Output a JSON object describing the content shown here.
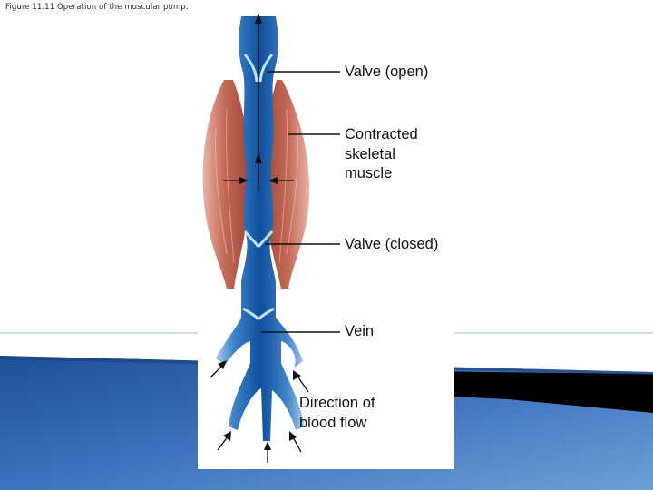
{
  "caption": "Figure 11.11 Operation of the muscular pump.",
  "labels": {
    "valve_open": "Valve (open)",
    "contracted_muscle": [
      "Contracted",
      "skeletal",
      "muscle"
    ],
    "valve_closed": "Valve (closed)",
    "vein": "Vein",
    "direction": [
      "Direction of",
      "blood flow"
    ]
  },
  "colors": {
    "slide_blue": "#3d6cb3",
    "slide_black": "#000000",
    "vein_light": "#7db0dc",
    "vein_dark": "#1f5ea8",
    "muscle": "#c97462"
  }
}
